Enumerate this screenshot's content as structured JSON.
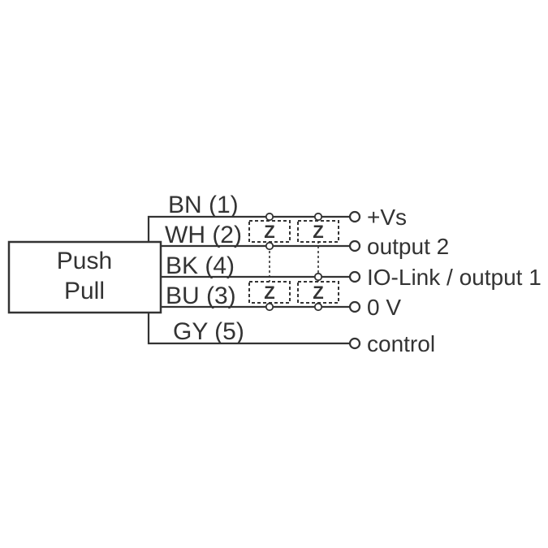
{
  "diagram": {
    "block": {
      "line1": "Push",
      "line2": "Pull"
    },
    "wires": [
      {
        "wire_label": "BN (1)",
        "terminal": "+Vs"
      },
      {
        "wire_label": "WH (2)",
        "terminal": "output 2"
      },
      {
        "wire_label": "BK (4)",
        "terminal": "IO-Link / output 1"
      },
      {
        "wire_label": "BU (3)",
        "terminal": "0 V"
      },
      {
        "wire_label": "GY (5)",
        "terminal": "control"
      }
    ],
    "zener_symbol": "Z",
    "colors": {
      "line": "#333333",
      "background": "#ffffff"
    }
  }
}
